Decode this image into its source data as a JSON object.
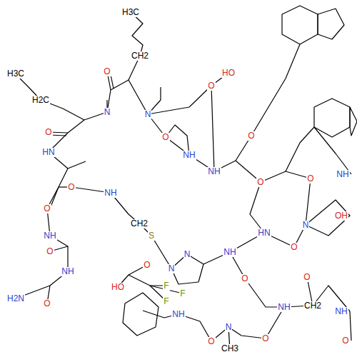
{
  "diagram": {
    "labels": [
      "H3C",
      "CH2",
      "O",
      "N",
      "N",
      "H3C",
      "H2C",
      "O",
      "HN",
      "O",
      "NH",
      "O",
      "NH",
      "CH2",
      "S",
      "O",
      "NH",
      "O",
      "HO",
      "NH",
      "O",
      "NH",
      "O",
      "OH",
      "N",
      "O",
      "HN",
      "NH",
      "O",
      "N",
      "N",
      "O",
      "HO",
      "F",
      "F",
      "F",
      "NH",
      "O",
      "N",
      "CH3",
      "O",
      "NH",
      "CH2",
      "O",
      "NH",
      "O",
      "O",
      "H2N",
      "NH",
      "O",
      "O"
    ]
  }
}
